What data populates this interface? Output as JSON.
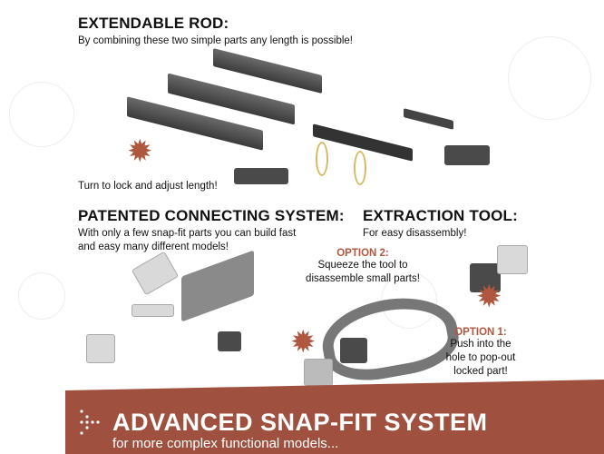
{
  "rod_section": {
    "title": "EXTENDABLE ROD:",
    "subtitle": "By combining these two simple parts any length is possible!",
    "lock_caption": "Turn to lock and adjust length!"
  },
  "connecting_section": {
    "title": "PATENTED CONNECTING SYSTEM:",
    "subtitle_line1": "With only a few snap-fit parts you can build fast",
    "subtitle_line2": "and easy many different models!"
  },
  "extraction_section": {
    "title": "EXTRACTION TOOL:",
    "subtitle": "For easy disassembly!",
    "option2": {
      "label": "OPTION 2:",
      "line1": "Squeeze the tool to",
      "line2": "disassemble small parts!"
    },
    "option1": {
      "label": "OPTION 1:",
      "line1": "Push into the",
      "line2": "hole to pop-out",
      "line3": "locked part!"
    }
  },
  "banner": {
    "title": "ADVANCED SNAP-FIT SYSTEM",
    "subtitle": "for more complex functional models..."
  },
  "colors": {
    "accent": "#b0573f",
    "banner": "#a0503f"
  }
}
